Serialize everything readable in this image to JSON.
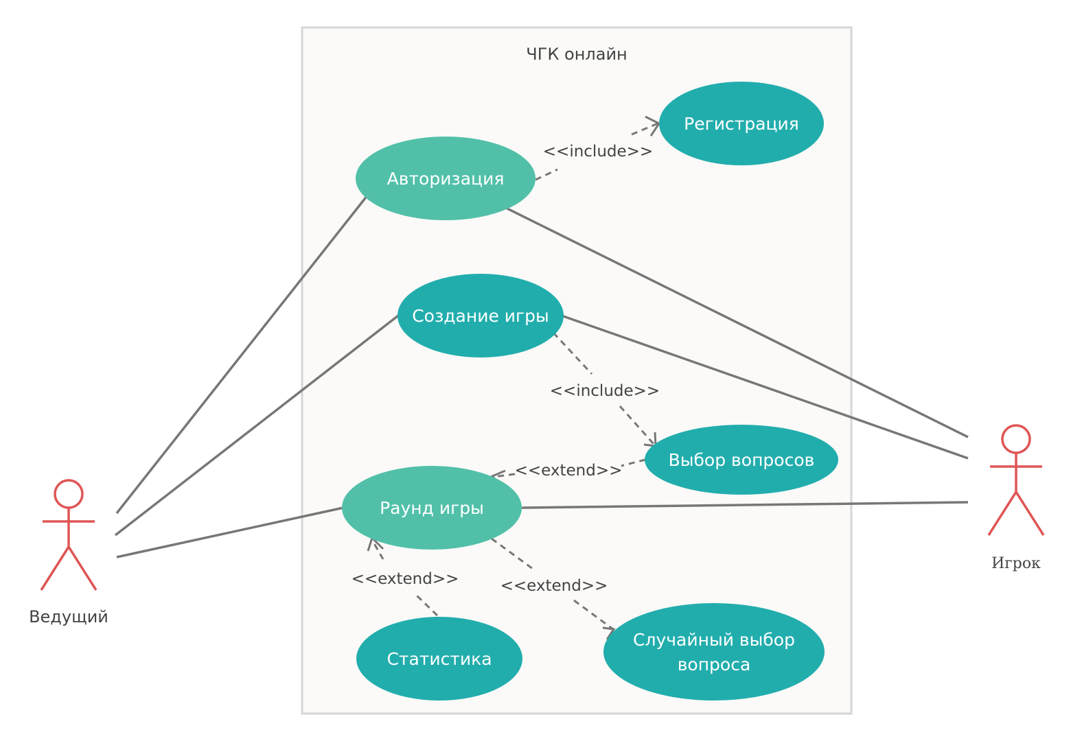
{
  "system": {
    "title": "ЧГК онлайн"
  },
  "actors": {
    "host": {
      "label": "Ведущий"
    },
    "player": {
      "label": "Игрок"
    }
  },
  "use_cases": {
    "authorization": {
      "label": "Авторизация"
    },
    "registration": {
      "label": "Регистрация"
    },
    "create_game": {
      "label": "Создание игры"
    },
    "choose_questions": {
      "label": "Выбор вопросов"
    },
    "game_round": {
      "label": "Раунд игры"
    },
    "statistics": {
      "label": "Статистика"
    },
    "random_question": {
      "label_line1": "Случайный выбор",
      "label_line2": "вопроса"
    }
  },
  "relations": {
    "include_auth_reg": "<<include>>",
    "include_create_choose": "<<include>>",
    "extend_choose_round": "<<extend>>",
    "extend_stats_round": "<<extend>>",
    "extend_random_round": "<<extend>>"
  },
  "colors": {
    "use_case_light": "#52c0a9",
    "use_case_dark": "#22adad",
    "actor": "#e05555",
    "line": "#777777",
    "system_fill": "#fbfaf8",
    "system_border": "#d6d6d6"
  }
}
